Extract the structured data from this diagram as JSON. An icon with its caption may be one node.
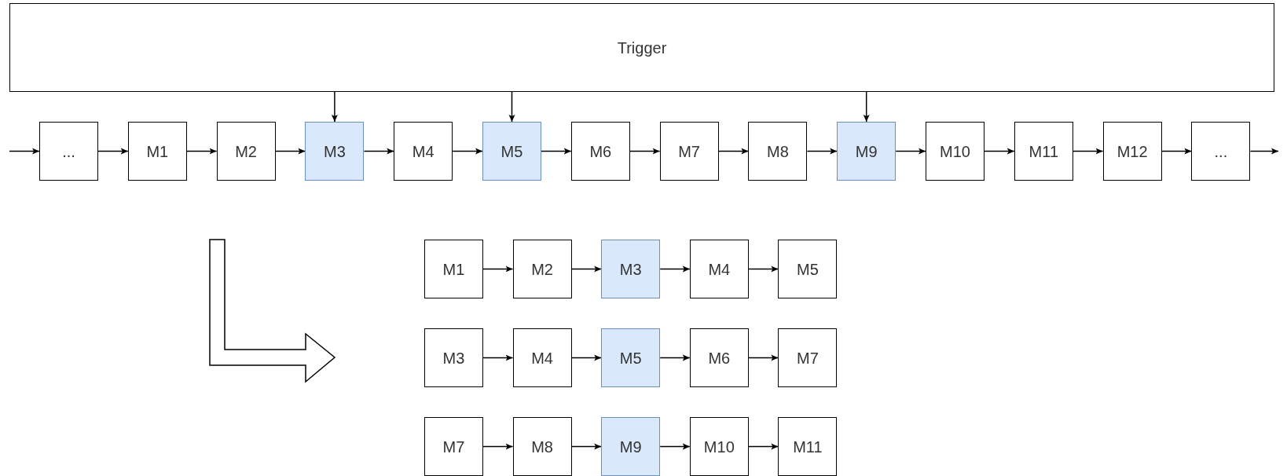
{
  "diagram": {
    "nodes": [
      {
        "text": [
          "Trigger"
        ]
      },
      {
        "text": [
          "..."
        ]
      },
      {
        "text": [
          "M1"
        ]
      },
      {
        "text": [
          "M2"
        ]
      },
      {
        "text": [
          "M3"
        ]
      },
      {
        "text": [
          "M4"
        ]
      },
      {
        "text": [
          "M5"
        ]
      },
      {
        "text": [
          "M6"
        ]
      },
      {
        "text": [
          "M7"
        ]
      },
      {
        "text": [
          "M8"
        ]
      },
      {
        "text": [
          "M9"
        ]
      },
      {
        "text": [
          "M10"
        ]
      },
      {
        "text": [
          "M11"
        ]
      },
      {
        "text": [
          "M12"
        ]
      },
      {
        "text": [
          "..."
        ]
      },
      {
        "text": [
          "M1"
        ]
      },
      {
        "text": [
          "M2"
        ]
      },
      {
        "text": [
          "M3"
        ]
      },
      {
        "text": [
          "M4"
        ]
      },
      {
        "text": [
          "M5"
        ]
      },
      {
        "text": [
          "M3"
        ]
      },
      {
        "text": [
          "M4"
        ]
      },
      {
        "text": [
          "M5"
        ]
      },
      {
        "text": [
          "M6"
        ]
      },
      {
        "text": [
          "M7"
        ]
      },
      {
        "text": [
          "M7"
        ]
      },
      {
        "text": [
          "M8"
        ]
      },
      {
        "text": [
          "M9"
        ]
      },
      {
        "text": [
          "M10"
        ]
      },
      {
        "text": [
          "M11"
        ]
      }
    ],
    "edges": [
      {
        "from": null,
        "to": 1,
        "arrow": "to"
      },
      {
        "from": 1,
        "to": 2,
        "arrow": "to"
      },
      {
        "from": 2,
        "to": 3,
        "arrow": "to"
      },
      {
        "from": 3,
        "to": 4,
        "arrow": "to"
      },
      {
        "from": 4,
        "to": 5,
        "arrow": "to"
      },
      {
        "from": 5,
        "to": 6,
        "arrow": "to"
      },
      {
        "from": 6,
        "to": 7,
        "arrow": "to"
      },
      {
        "from": 7,
        "to": 8,
        "arrow": "to"
      },
      {
        "from": 8,
        "to": 9,
        "arrow": "to"
      },
      {
        "from": 9,
        "to": 10,
        "arrow": "to"
      },
      {
        "from": 10,
        "to": 11,
        "arrow": "to"
      },
      {
        "from": 11,
        "to": 12,
        "arrow": "to"
      },
      {
        "from": 12,
        "to": 13,
        "arrow": "to"
      },
      {
        "from": 13,
        "to": 14,
        "arrow": "to"
      },
      {
        "from": 14,
        "to": null,
        "arrow": "to"
      },
      {
        "from": 0,
        "to": 4,
        "arrow": "to"
      },
      {
        "from": 0,
        "to": 6,
        "arrow": "to"
      },
      {
        "from": 0,
        "to": 10,
        "arrow": "to"
      },
      {
        "from": 15,
        "to": 16,
        "arrow": "to"
      },
      {
        "from": 16,
        "to": 17,
        "arrow": "to"
      },
      {
        "from": 17,
        "to": 18,
        "arrow": "to"
      },
      {
        "from": 18,
        "to": 19,
        "arrow": "to"
      },
      {
        "from": 20,
        "to": 21,
        "arrow": "to"
      },
      {
        "from": 21,
        "to": 22,
        "arrow": "to"
      },
      {
        "from": 22,
        "to": 23,
        "arrow": "to"
      },
      {
        "from": 23,
        "to": 24,
        "arrow": "to"
      },
      {
        "from": 25,
        "to": 26,
        "arrow": "to"
      },
      {
        "from": 26,
        "to": 27,
        "arrow": "to"
      },
      {
        "from": 27,
        "to": 28,
        "arrow": "to"
      },
      {
        "from": 28,
        "to": 29,
        "arrow": "to"
      }
    ]
  }
}
